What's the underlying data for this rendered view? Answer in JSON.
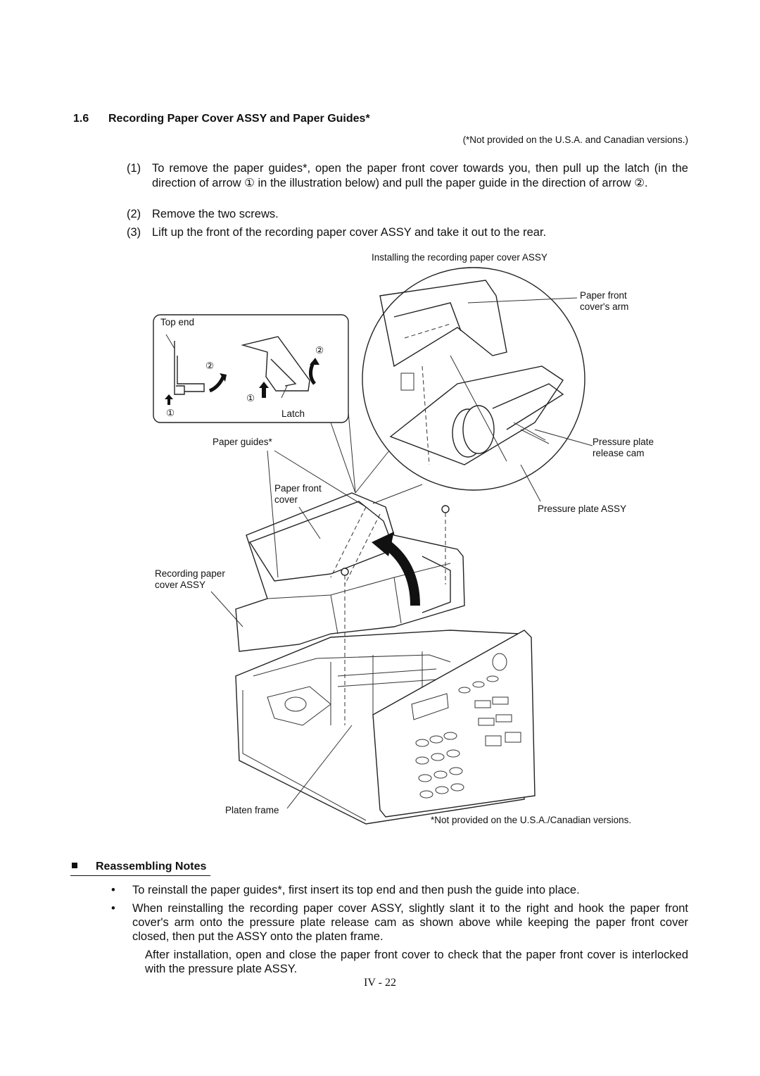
{
  "section": {
    "number": "1.6",
    "title": "Recording Paper Cover ASSY and Paper Guides*",
    "note": "(*Not provided on the U.S.A. and Canadian versions.)"
  },
  "steps": [
    {
      "num": "(1)",
      "text": "To remove the paper guides*, open the paper front cover towards you, then pull up the latch (in the direction of arrow ① in the illustration below) and pull the paper guide in the direction of arrow ②."
    },
    {
      "num": "(2)",
      "text": "Remove the two screws."
    },
    {
      "num": "(3)",
      "text": "Lift up the front of the recording paper cover ASSY and take it out to the rear."
    }
  ],
  "figure": {
    "title": "Installing the recording paper cover ASSY",
    "labels": {
      "top_end": "Top end",
      "latch": "Latch",
      "paper_guides": "Paper guides*",
      "paper_front_cover": "Paper front\ncover",
      "paper_front_cover_arm": "Paper front\ncover's arm",
      "pressure_plate_release_cam": "Pressure plate\nrelease cam",
      "pressure_plate_assy": "Pressure plate ASSY",
      "recording_paper_cover_assy": "Recording paper\ncover ASSY",
      "platen_frame": "Platen frame",
      "footnote": "*Not provided on the U.S.A./Canadian versions."
    },
    "markers": [
      "①",
      "②"
    ]
  },
  "reassembling": {
    "title": "Reassembling Notes",
    "bullets": [
      "To reinstall the paper guides*, first insert its top end and then push the guide into place.",
      "When reinstalling the recording paper cover ASSY, slightly slant it to the right and hook the paper front cover's arm onto the pressure plate release cam as shown above while keeping the paper front cover closed, then put the ASSY onto the platen frame."
    ],
    "paragraph": "After installation, open and close the paper front cover to check that the paper front cover is interlocked with the pressure plate ASSY."
  },
  "page_number": "IV - 22"
}
